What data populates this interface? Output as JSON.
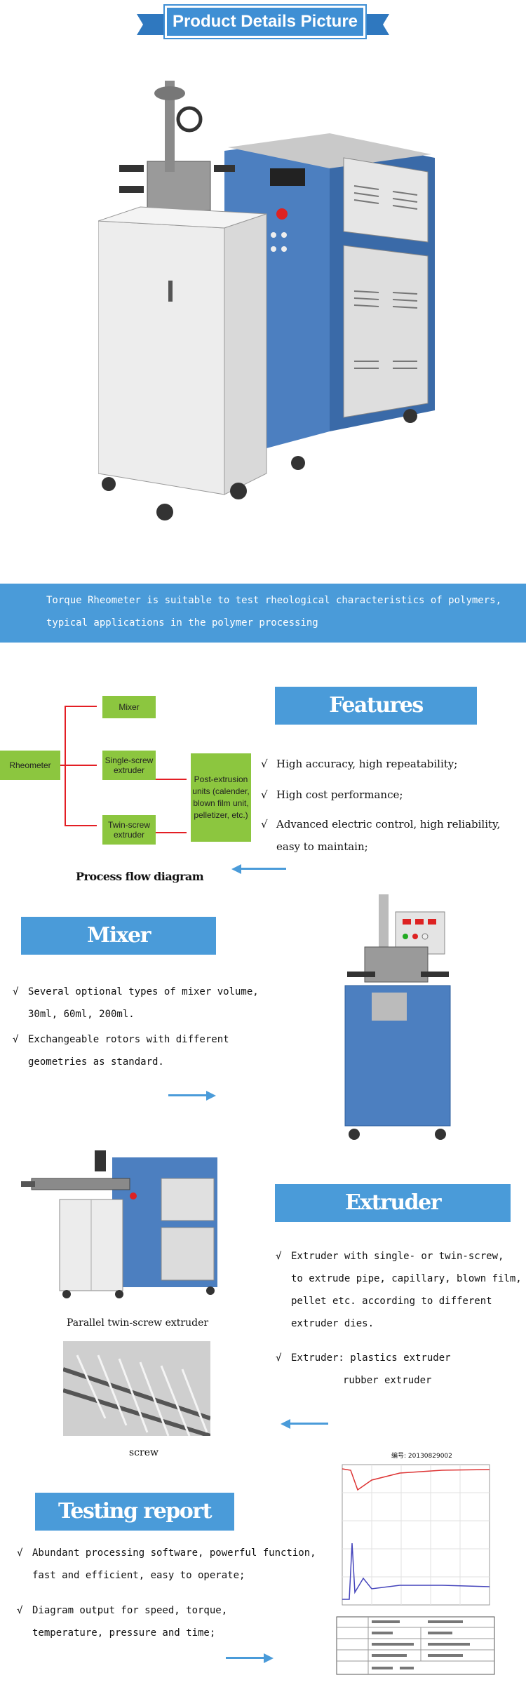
{
  "header": {
    "title": "Product Details Picture"
  },
  "intro": {
    "line1": "Torque Rheometer is suitable to test rheological characteristics of polymers,",
    "line2": "typical applications in the polymer processing"
  },
  "flow": {
    "root": "Rheometer",
    "mixer": "Mixer",
    "single_screw": "Single-screw extruder",
    "twin_screw": "Twin-screw extruder",
    "post_extrusion": "Post-extrusion units (calender, blown film unit, pelletizer, etc.)",
    "caption": "Process flow diagram"
  },
  "features": {
    "heading": "Features",
    "items": [
      {
        "line1": "High accuracy, high repeatability;"
      },
      {
        "line1": "High cost performance;"
      },
      {
        "line1": "Advanced electric control, high reliability,",
        "line2": "easy to maintain;"
      }
    ]
  },
  "mixer": {
    "heading": "Mixer",
    "items": [
      {
        "line1": "Several optional types of mixer volume,",
        "line2": "30ml, 60ml, 200ml."
      },
      {
        "line1": "Exchangeable rotors with different",
        "line2": "geometries as standard."
      }
    ]
  },
  "extruder": {
    "heading": "Extruder",
    "items": [
      {
        "line1": "Extruder with single- or twin-screw,",
        "line2": "to extrude pipe, capillary, blown film,",
        "line3": "pellet etc. according to different",
        "line4": "extruder dies."
      },
      {
        "line1": "Extruder: plastics extruder",
        "line2": "rubber extruder"
      }
    ],
    "caption_twin": "Parallel twin-screw extruder",
    "caption_screw": "screw"
  },
  "testing": {
    "heading": "Testing report",
    "items": [
      {
        "line1": "Abundant processing software, powerful function,",
        "line2": "fast and efficient, easy to operate;"
      },
      {
        "line1": "Diagram output for speed, torque,",
        "line2": "temperature, pressure and time;"
      }
    ],
    "report_no": "编号: 20130829002"
  },
  "symbols": {
    "check": "√"
  },
  "colors": {
    "accent": "#4a9bd9",
    "flow_green": "#8cc63f",
    "flow_red": "#e31e24"
  }
}
